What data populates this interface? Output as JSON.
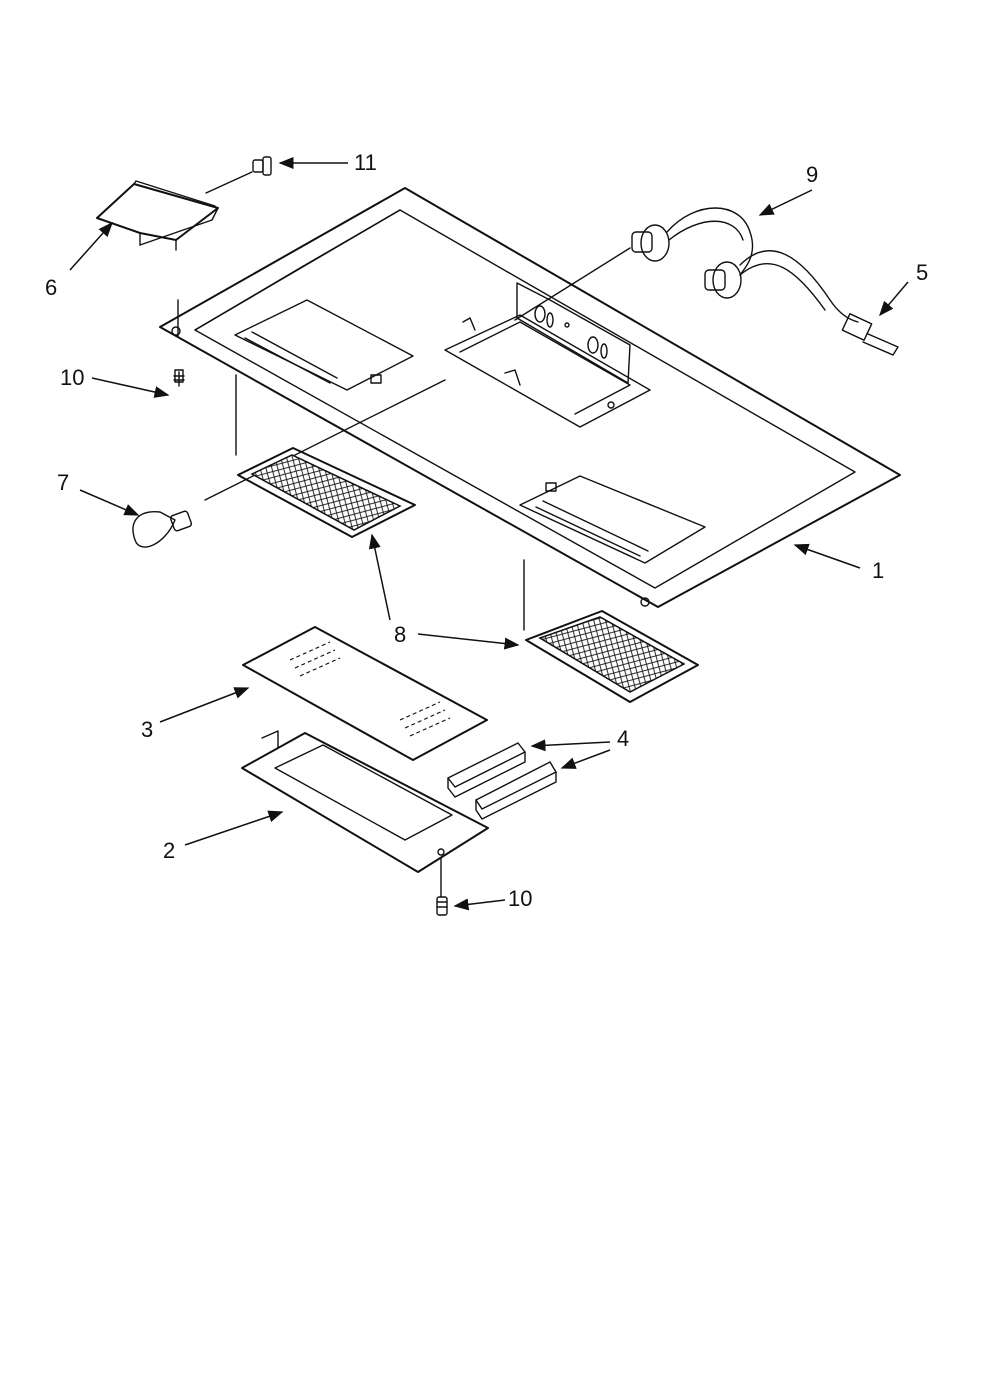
{
  "callouts": {
    "c1": "1",
    "c2": "2",
    "c3": "3",
    "c4": "4",
    "c5": "5",
    "c6": "6",
    "c7": "7",
    "c8": "8",
    "c9": "9",
    "c10_top": "10",
    "c10_bottom": "10",
    "c11": "11"
  },
  "colors": {
    "line": "#111111",
    "background": "#ffffff"
  }
}
